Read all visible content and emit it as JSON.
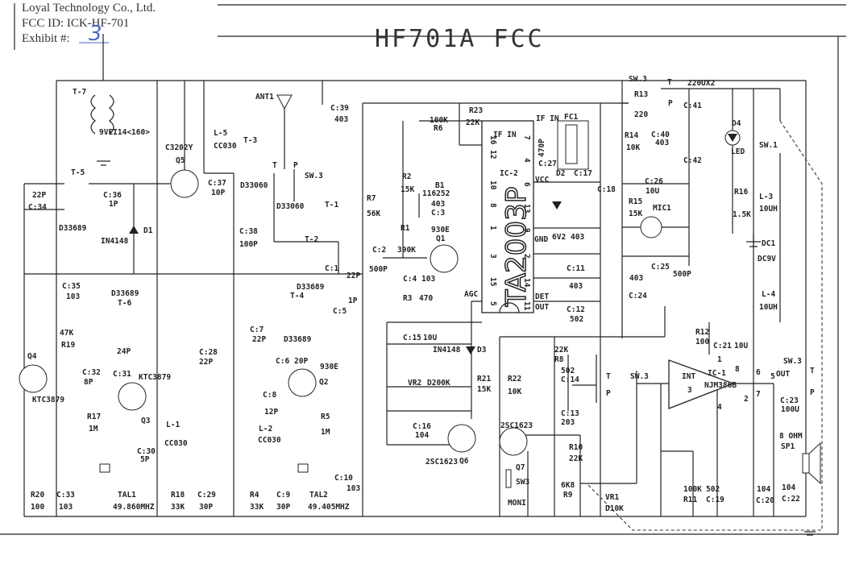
{
  "header": {
    "company": "Loyal Technology Co., Ltd.",
    "fcc_id": "FCC ID:  ICK-HF-701",
    "exhibit_label": "Exhibit #:",
    "exhibit_number": "3"
  },
  "title": "HF701A FCC",
  "ic2_part": "TA2003P",
  "labels": [
    "T-7",
    "9VEI14<160>",
    "T-5",
    "22P",
    "C:34",
    "C:36",
    "1P",
    "D33689",
    "IN4148",
    "D1",
    "C3202Y",
    "Q5",
    "L-5",
    "CC030",
    "T-3",
    "ANT1",
    "C:39",
    "403",
    "T",
    "P",
    "SW.3",
    "C:37",
    "10P",
    "D33060",
    "D33060",
    "T-1",
    "C:38",
    "100P",
    "T-2",
    "C:1",
    "22P",
    "D33689",
    "T-4",
    "1P",
    "C:5",
    "C:35",
    "103",
    "D33689",
    "T-6",
    "47K",
    "R19",
    "Q4",
    "C:32",
    "8P",
    "KTC3879",
    "24P",
    "C:31",
    "KTC3879",
    "C:28",
    "22P",
    "R17",
    "1M",
    "Q3",
    "L-1",
    "CC030",
    "C:30",
    "5P",
    "R20",
    "100",
    "C:33",
    "103",
    "TAL1",
    "49.860MHZ",
    "R18",
    "33K",
    "C:29",
    "30P",
    "C:7",
    "22P",
    "D33689",
    "C:6",
    "20P",
    "930E",
    "Q2",
    "C:8",
    "12P",
    "R5",
    "1M",
    "L-2",
    "CC030",
    "R4",
    "33K",
    "C:9",
    "30P",
    "TAL2",
    "49.405MHZ",
    "C:10",
    "103",
    "R23",
    "22K",
    "100K",
    "R6",
    "IF IN",
    "IF IN",
    "FC1",
    "470P",
    "C:27",
    "IC-2",
    "VCC",
    "D2",
    "C:17",
    "R2",
    "15K",
    "B1",
    "116252",
    "403",
    "C:3",
    "R1",
    "390K",
    "930E",
    "Q1",
    "R7",
    "56K",
    "C:2",
    "500P",
    "C:18",
    "GND",
    "6V2",
    "403",
    "C:11",
    "403",
    "C:4",
    "103",
    "R3",
    "470",
    "AGC",
    "DET",
    "OUT",
    "C:12",
    "502",
    "C:15",
    "10U",
    "IN4148",
    "D3",
    "VR2",
    "D200K",
    "R21",
    "15K",
    "R22",
    "10K",
    "22K",
    "R8",
    "502",
    "C:14",
    "C:13",
    "203",
    "C:16",
    "104",
    "2SC1623",
    "Q6",
    "2SC1623",
    "Q7",
    "SW3",
    "MONI",
    "R10",
    "22K",
    "6K8",
    "R9",
    "VR1",
    "D10K",
    "T",
    "P",
    "SW.3",
    "INT",
    "3",
    "IC-1",
    "NJM386B",
    "1",
    "8",
    "6",
    "5",
    "7",
    "2",
    "4",
    "R12",
    "100",
    "C:21",
    "10U",
    "OUT",
    "SW.3",
    "T",
    "P",
    "C:23",
    "100U",
    "8 OHM",
    "SP1",
    "100K",
    "R11",
    "502",
    "C:19",
    "104",
    "C:20",
    "104",
    "C:22",
    "SW.3",
    "T",
    "220UX2",
    "R13",
    "P",
    "220",
    "C:41",
    "D4",
    "R14",
    "10K",
    "C:40",
    "403",
    "LED",
    "SW.1",
    "C:42",
    "C:26",
    "10U",
    "R15",
    "15K",
    "MIC1",
    "R16",
    "1.5K",
    "L-3",
    "10UH",
    "DC1",
    "DC9V",
    "C:25",
    "500P",
    "403",
    "C:24",
    "L-4",
    "10UH",
    "16",
    "12",
    "10",
    "8",
    "1",
    "3",
    "15",
    "5",
    "7",
    "4",
    "6",
    "13",
    "9",
    "2",
    "14",
    "11"
  ]
}
